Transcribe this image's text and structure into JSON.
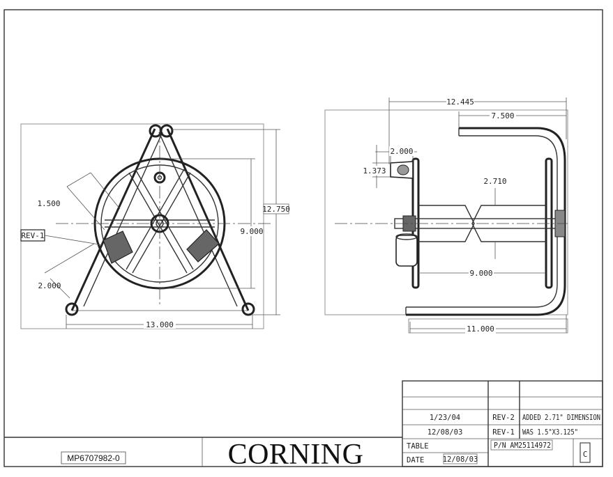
{
  "front_view": {
    "dim_width": "13.000",
    "dim_height": "12.750",
    "dim_spool": "9.000",
    "dim_radius": "1.500",
    "dim_leg": "2.000",
    "rev_tag": "REV-1"
  },
  "side_view": {
    "dim_overall": "12.445",
    "dim_handle": "7.500",
    "dim_hub_len": "2.000",
    "dim_hub_dia": "1.373",
    "dim_drum": "2.710",
    "dim_spool_len": "9.000",
    "dim_base": "11.000"
  },
  "revision_block": {
    "rows": [
      {
        "date": "1/23/04",
        "rev": "REV-2",
        "desc": "ADDED 2.71\" DIMENSION"
      },
      {
        "date": "12/08/03",
        "rev": "REV-1",
        "desc": "WAS 1.5\"X3.125\""
      }
    ],
    "table_label": "TABLE",
    "part_number": "P/N  AM25114972",
    "date_label": "DATE",
    "date_value": "12/08/03",
    "rev_letter": "C"
  },
  "footer": {
    "drawing_number": "MP6707982-0",
    "company": "CORNING"
  }
}
